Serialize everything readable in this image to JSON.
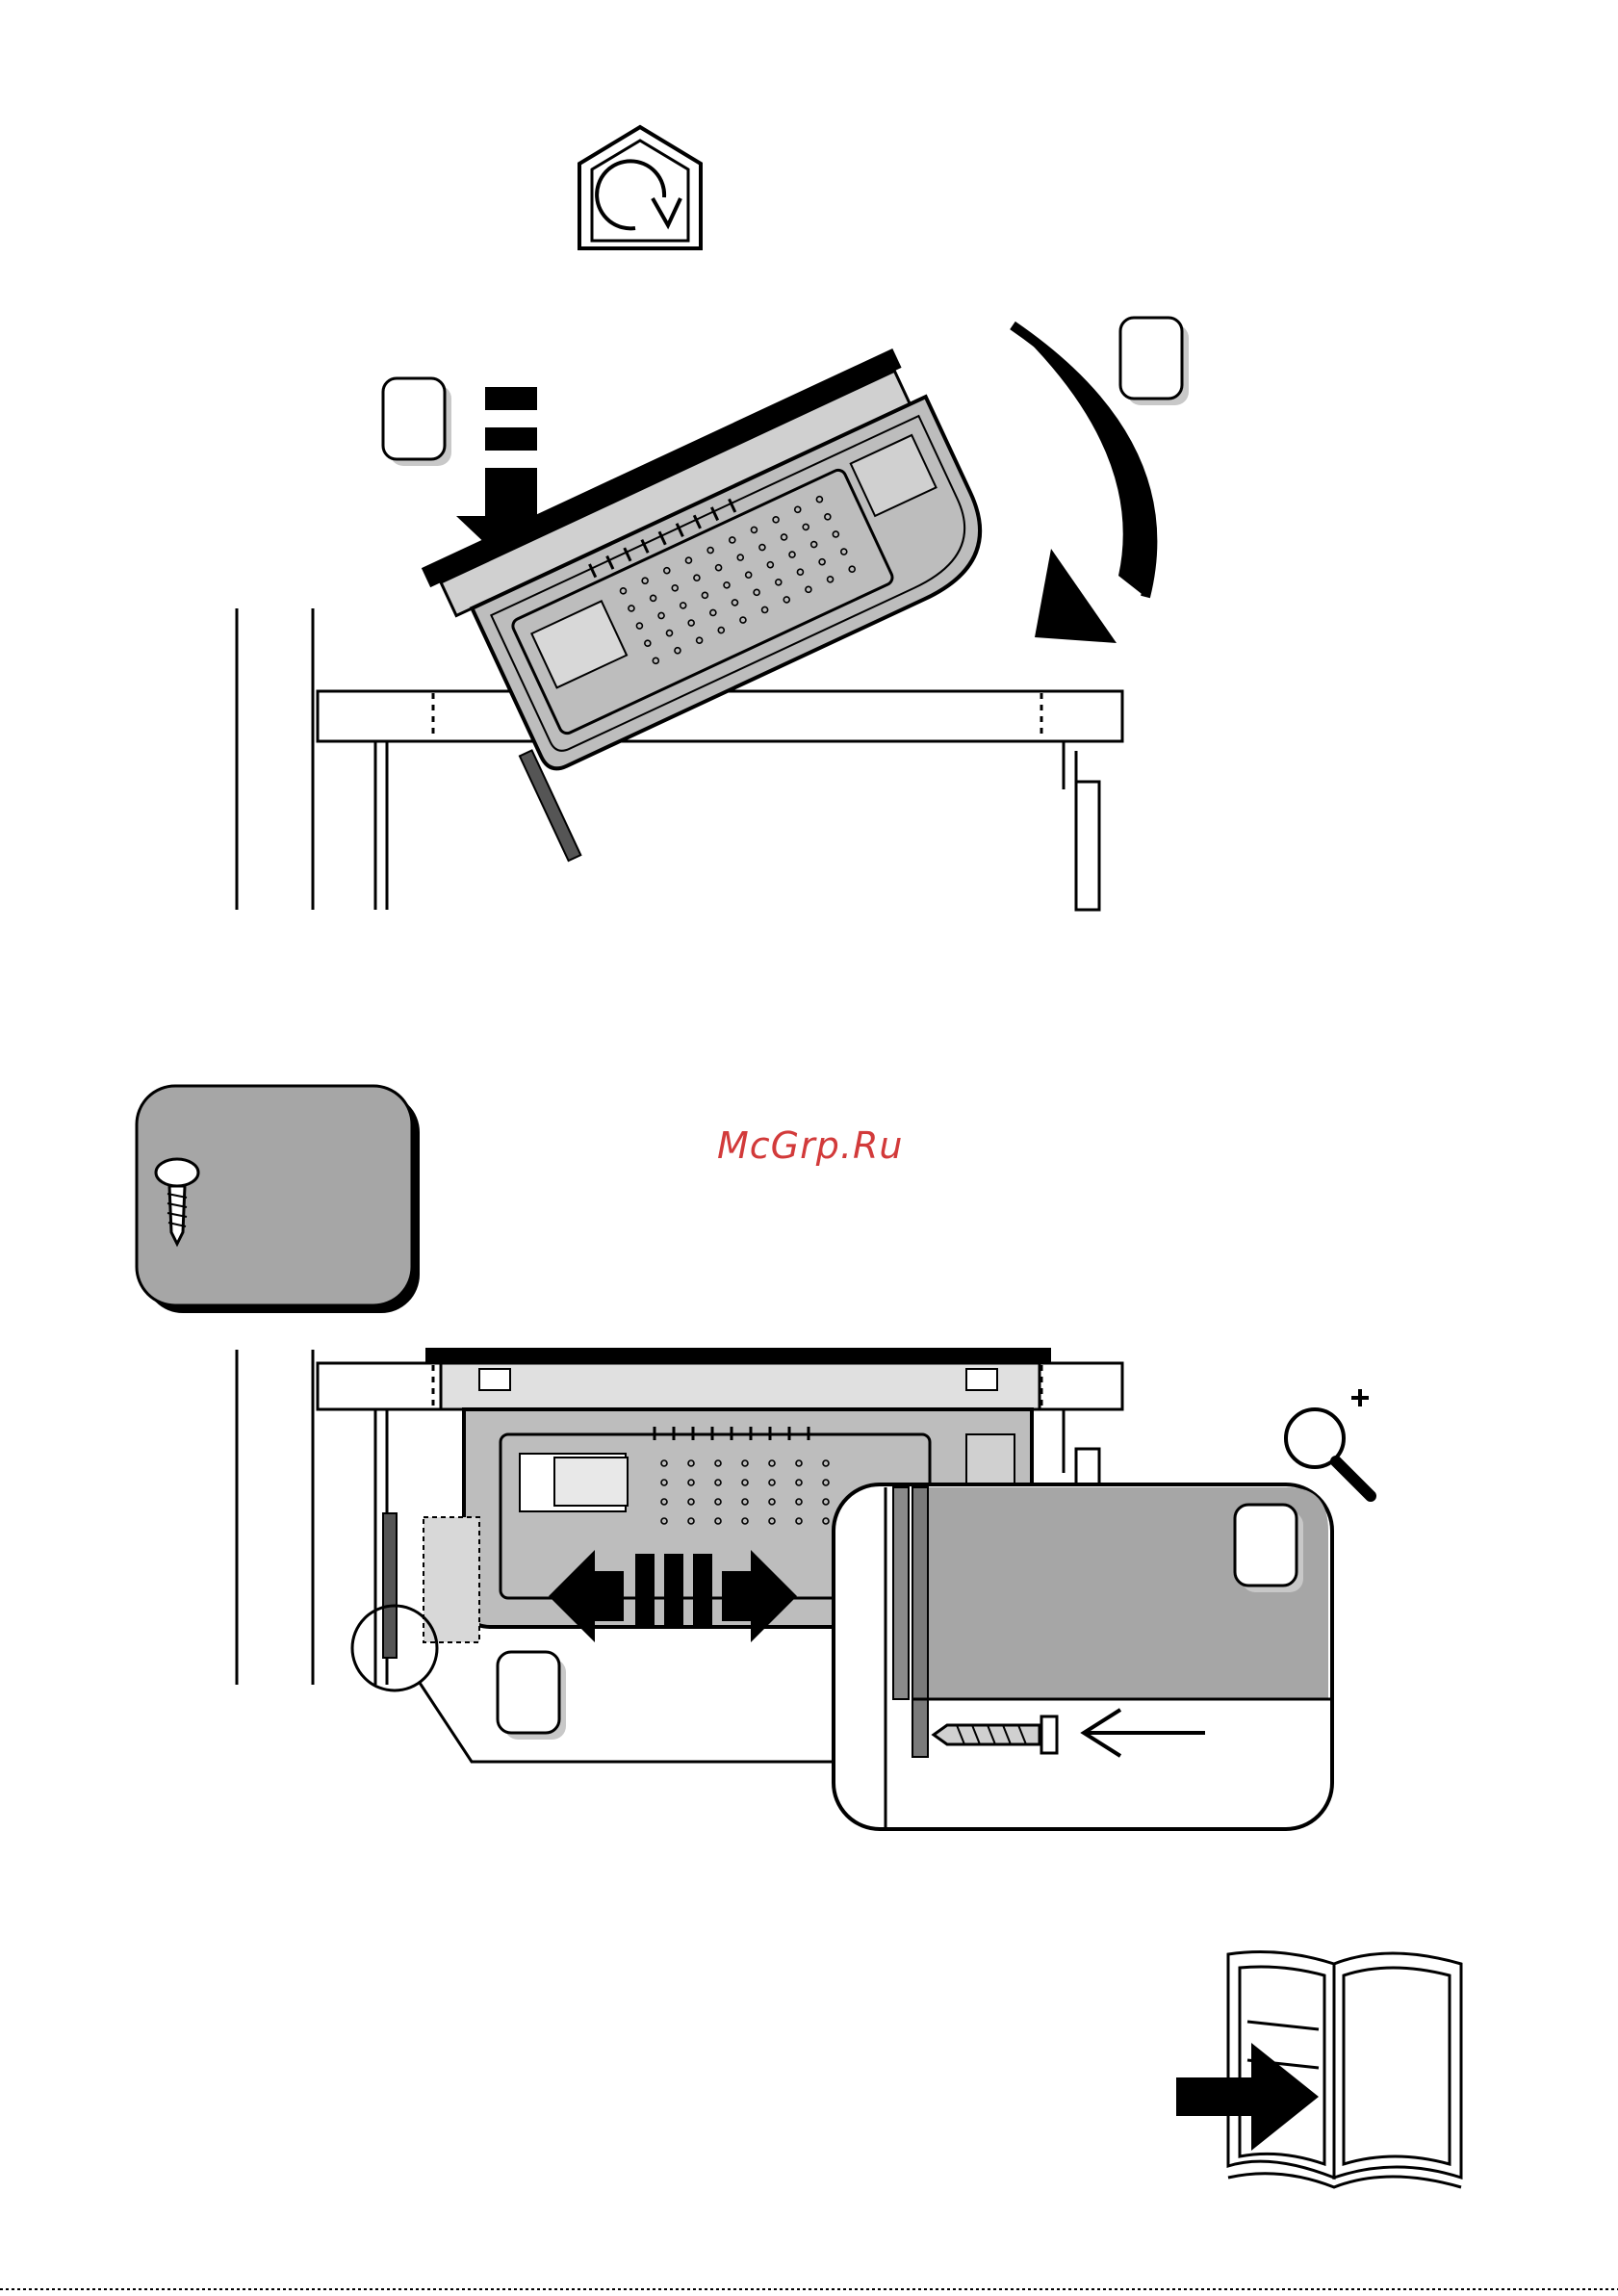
{
  "watermark": {
    "text": "McGrp.Ru",
    "color": "#d23a3a"
  },
  "steps": [
    {
      "id": "step-1",
      "label": "",
      "icons": [
        "house-rotate-icon",
        "down-arrow-icon",
        "curved-arrow-icon"
      ]
    },
    {
      "id": "step-2",
      "label": "",
      "icons": [
        "screw-icon",
        "zoom-in-icon",
        "left-right-arrow-icon",
        "left-arrow-icon"
      ]
    }
  ],
  "callouts": [
    {
      "id": "callout-down-arrow",
      "label": ""
    },
    {
      "id": "callout-curve-arrow",
      "label": ""
    },
    {
      "id": "callout-circle",
      "label": ""
    },
    {
      "id": "callout-detail",
      "label": ""
    }
  ],
  "footer_icon": "open-book-arrow-icon",
  "colors": {
    "line": "#000000",
    "panel_gray": "#a6a6a6",
    "shadow_gray": "#c8c8c8",
    "hob_fill": "#bdbdbd"
  }
}
